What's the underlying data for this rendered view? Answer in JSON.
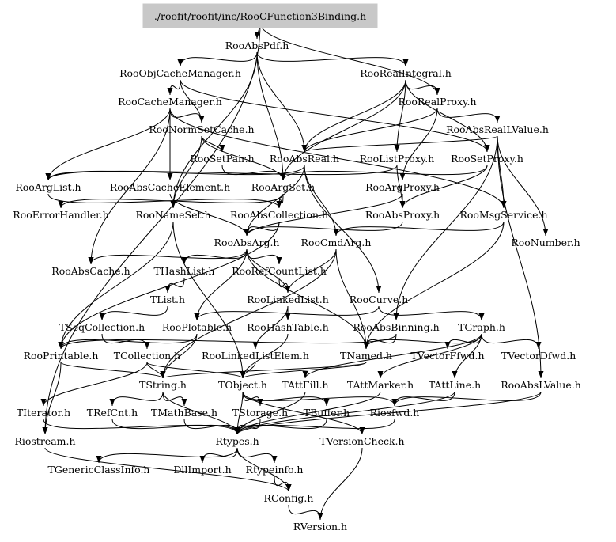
{
  "title": "./roofit/roofit/inc/RooCFunction3Binding.h",
  "graph": {
    "root": "./roofit/roofit/inc/RooCFunction3Binding.h",
    "root_fill": "#c8c8c8",
    "nodes": [
      {
        "id": "root",
        "label": "./roofit/roofit/inc/RooCFunction3Binding.h"
      },
      {
        "id": "RooAbsPdf",
        "label": "RooAbsPdf.h"
      },
      {
        "id": "RooObjCacheManager",
        "label": "RooObjCacheManager.h"
      },
      {
        "id": "RooRealIntegral",
        "label": "RooRealIntegral.h"
      },
      {
        "id": "RooCacheManager",
        "label": "RooCacheManager.h"
      },
      {
        "id": "RooRealProxy",
        "label": "RooRealProxy.h"
      },
      {
        "id": "RooNormSetCache",
        "label": "RooNormSetCache.h"
      },
      {
        "id": "RooAbsRealLValue",
        "label": "RooAbsRealLValue.h"
      },
      {
        "id": "RooSetPair",
        "label": "RooSetPair.h"
      },
      {
        "id": "RooAbsReal",
        "label": "RooAbsReal.h"
      },
      {
        "id": "RooListProxy",
        "label": "RooListProxy.h"
      },
      {
        "id": "RooSetProxy",
        "label": "RooSetProxy.h"
      },
      {
        "id": "RooArgList",
        "label": "RooArgList.h"
      },
      {
        "id": "RooAbsCacheElement",
        "label": "RooAbsCacheElement.h"
      },
      {
        "id": "RooArgSet",
        "label": "RooArgSet.h"
      },
      {
        "id": "RooArgProxy",
        "label": "RooArgProxy.h"
      },
      {
        "id": "RooErrorHandler",
        "label": "RooErrorHandler.h"
      },
      {
        "id": "RooNameSet",
        "label": "RooNameSet.h"
      },
      {
        "id": "RooAbsCollection",
        "label": "RooAbsCollection.h"
      },
      {
        "id": "RooAbsProxy",
        "label": "RooAbsProxy.h"
      },
      {
        "id": "RooMsgService",
        "label": "RooMsgService.h"
      },
      {
        "id": "RooAbsArg",
        "label": "RooAbsArg.h"
      },
      {
        "id": "RooCmdArg",
        "label": "RooCmdArg.h"
      },
      {
        "id": "RooNumber",
        "label": "RooNumber.h"
      },
      {
        "id": "RooAbsCache",
        "label": "RooAbsCache.h"
      },
      {
        "id": "THashList",
        "label": "THashList.h"
      },
      {
        "id": "RooRefCountList",
        "label": "RooRefCountList.h"
      },
      {
        "id": "TList",
        "label": "TList.h"
      },
      {
        "id": "RooLinkedList",
        "label": "RooLinkedList.h"
      },
      {
        "id": "RooCurve",
        "label": "RooCurve.h"
      },
      {
        "id": "TSeqCollection",
        "label": "TSeqCollection.h"
      },
      {
        "id": "RooPlotable",
        "label": "RooPlotable.h"
      },
      {
        "id": "RooHashTable",
        "label": "RooHashTable.h"
      },
      {
        "id": "RooAbsBinning",
        "label": "RooAbsBinning.h"
      },
      {
        "id": "TGraph",
        "label": "TGraph.h"
      },
      {
        "id": "RooPrintable",
        "label": "RooPrintable.h"
      },
      {
        "id": "TCollection",
        "label": "TCollection.h"
      },
      {
        "id": "RooLinkedListElem",
        "label": "RooLinkedListElem.h"
      },
      {
        "id": "TNamed",
        "label": "TNamed.h"
      },
      {
        "id": "TVectorFfwd",
        "label": "TVectorFfwd.h"
      },
      {
        "id": "TVectorDfwd",
        "label": "TVectorDfwd.h"
      },
      {
        "id": "TString",
        "label": "TString.h"
      },
      {
        "id": "TObject",
        "label": "TObject.h"
      },
      {
        "id": "TAttFill",
        "label": "TAttFill.h"
      },
      {
        "id": "TAttMarker",
        "label": "TAttMarker.h"
      },
      {
        "id": "TAttLine",
        "label": "TAttLine.h"
      },
      {
        "id": "RooAbsLValue",
        "label": "RooAbsLValue.h"
      },
      {
        "id": "TIterator",
        "label": "TIterator.h"
      },
      {
        "id": "TRefCnt",
        "label": "TRefCnt.h"
      },
      {
        "id": "TMathBase",
        "label": "TMathBase.h"
      },
      {
        "id": "TStorage",
        "label": "TStorage.h"
      },
      {
        "id": "TBuffer",
        "label": "TBuffer.h"
      },
      {
        "id": "Riosfwd",
        "label": "Riosfwd.h"
      },
      {
        "id": "Riostream",
        "label": "Riostream.h"
      },
      {
        "id": "Rtypes",
        "label": "Rtypes.h"
      },
      {
        "id": "TVersionCheck",
        "label": "TVersionCheck.h"
      },
      {
        "id": "TGenericClassInfo",
        "label": "TGenericClassInfo.h"
      },
      {
        "id": "DllImport",
        "label": "DllImport.h"
      },
      {
        "id": "Rtypeinfo",
        "label": "Rtypeinfo.h"
      },
      {
        "id": "RConfig",
        "label": "RConfig.h"
      },
      {
        "id": "RVersion",
        "label": "RVersion.h"
      }
    ],
    "edges": [
      [
        "root",
        "RooAbsPdf"
      ],
      [
        "root",
        "Riostream"
      ],
      [
        "root",
        "RooRealProxy"
      ],
      [
        "RooAbsPdf",
        "RooObjCacheManager"
      ],
      [
        "RooAbsPdf",
        "RooRealIntegral"
      ],
      [
        "RooAbsPdf",
        "RooAbsReal"
      ],
      [
        "RooAbsPdf",
        "RooArgSet"
      ],
      [
        "RooAbsPdf",
        "RooNameSet"
      ],
      [
        "RooObjCacheManager",
        "RooCacheManager"
      ],
      [
        "RooObjCacheManager",
        "RooNormSetCache"
      ],
      [
        "RooObjCacheManager",
        "RooSetProxy"
      ],
      [
        "RooCacheManager",
        "RooNormSetCache"
      ],
      [
        "RooCacheManager",
        "RooAbsCacheElement"
      ],
      [
        "RooCacheManager",
        "RooAbsCache"
      ],
      [
        "RooCacheManager",
        "RooArgList"
      ],
      [
        "RooCacheManager",
        "RooMsgService"
      ],
      [
        "RooNormSetCache",
        "RooSetPair"
      ],
      [
        "RooNormSetCache",
        "RooNameSet"
      ],
      [
        "RooNormSetCache",
        "RooArgSet"
      ],
      [
        "RooRealIntegral",
        "RooRealProxy"
      ],
      [
        "RooRealIntegral",
        "RooAbsReal"
      ],
      [
        "RooRealIntegral",
        "RooSetProxy"
      ],
      [
        "RooRealIntegral",
        "RooListProxy"
      ],
      [
        "RooRealIntegral",
        "RooArgSet"
      ],
      [
        "RooRealProxy",
        "RooAbsRealLValue"
      ],
      [
        "RooRealProxy",
        "RooArgProxy"
      ],
      [
        "RooRealProxy",
        "RooAbsReal"
      ],
      [
        "RooAbsRealLValue",
        "RooAbsReal"
      ],
      [
        "RooAbsRealLValue",
        "RooNumber"
      ],
      [
        "RooAbsRealLValue",
        "RooAbsLValue"
      ],
      [
        "RooAbsRealLValue",
        "RooAbsBinning"
      ],
      [
        "RooAbsRealLValue",
        "RooMsgService"
      ],
      [
        "RooSetPair",
        "RooArgSet"
      ],
      [
        "RooAbsReal",
        "RooAbsArg"
      ],
      [
        "RooAbsReal",
        "RooCmdArg"
      ],
      [
        "RooAbsReal",
        "RooCurve"
      ],
      [
        "RooAbsReal",
        "RooArgList"
      ],
      [
        "RooListProxy",
        "RooAbsProxy"
      ],
      [
        "RooListProxy",
        "RooArgList"
      ],
      [
        "RooSetProxy",
        "RooAbsProxy"
      ],
      [
        "RooSetProxy",
        "RooArgSet"
      ],
      [
        "RooArgList",
        "RooAbsCollection"
      ],
      [
        "RooAbsCacheElement",
        "RooAbsArg"
      ],
      [
        "RooArgSet",
        "RooAbsCollection"
      ],
      [
        "RooArgSet",
        "RooErrorHandler"
      ],
      [
        "RooArgProxy",
        "RooAbsProxy"
      ],
      [
        "RooArgProxy",
        "RooAbsArg"
      ],
      [
        "RooAbsProxy",
        "RooAbsArg"
      ],
      [
        "RooAbsCollection",
        "RooAbsArg"
      ],
      [
        "RooAbsCollection",
        "RooPrintable"
      ],
      [
        "RooNameSet",
        "RooPrintable"
      ],
      [
        "RooNameSet",
        "TObject"
      ],
      [
        "RooMsgService",
        "RooCmdArg"
      ],
      [
        "RooMsgService",
        "TNamed"
      ],
      [
        "RooAbsArg",
        "RooAbsCache"
      ],
      [
        "RooAbsArg",
        "THashList"
      ],
      [
        "RooAbsArg",
        "RooRefCountList"
      ],
      [
        "RooAbsArg",
        "RooLinkedList"
      ],
      [
        "RooAbsArg",
        "RooPlotable"
      ],
      [
        "RooAbsArg",
        "TNamed"
      ],
      [
        "RooCmdArg",
        "TString"
      ],
      [
        "RooCmdArg",
        "TNamed"
      ],
      [
        "RooCmdArg",
        "RooLinkedList"
      ],
      [
        "THashList",
        "TList"
      ],
      [
        "TList",
        "TSeqCollection"
      ],
      [
        "TSeqCollection",
        "TCollection"
      ],
      [
        "RooRefCountList",
        "RooLinkedList"
      ],
      [
        "RooLinkedList",
        "RooHashTable"
      ],
      [
        "RooLinkedList",
        "RooLinkedListElem"
      ],
      [
        "RooCurve",
        "TGraph"
      ],
      [
        "RooCurve",
        "RooPlotable"
      ],
      [
        "RooAbsBinning",
        "TNamed"
      ],
      [
        "RooAbsBinning",
        "RooPrintable"
      ],
      [
        "TGraph",
        "TNamed"
      ],
      [
        "TGraph",
        "TVectorFfwd"
      ],
      [
        "TGraph",
        "TVectorDfwd"
      ],
      [
        "TGraph",
        "TAttFill"
      ],
      [
        "TGraph",
        "TAttMarker"
      ],
      [
        "TGraph",
        "TAttLine"
      ],
      [
        "RooPlotable",
        "RooPrintable"
      ],
      [
        "RooPlotable",
        "TString"
      ],
      [
        "RooHashTable",
        "TObject"
      ],
      [
        "RooLinkedListElem",
        "TObject"
      ],
      [
        "RooPrintable",
        "TString"
      ],
      [
        "RooPrintable",
        "Riostream"
      ],
      [
        "TCollection",
        "TObject"
      ],
      [
        "TCollection",
        "TIterator"
      ],
      [
        "TCollection",
        "TString"
      ],
      [
        "TNamed",
        "TObject"
      ],
      [
        "TNamed",
        "TString"
      ],
      [
        "TString",
        "TRefCnt"
      ],
      [
        "TString",
        "TMathBase"
      ],
      [
        "TString",
        "Rtypes"
      ],
      [
        "TObject",
        "TStorage"
      ],
      [
        "TObject",
        "TBuffer"
      ],
      [
        "TObject",
        "Riosfwd"
      ],
      [
        "TObject",
        "TVersionCheck"
      ],
      [
        "TObject",
        "Rtypes"
      ],
      [
        "TAttFill",
        "Rtypes"
      ],
      [
        "TAttMarker",
        "Rtypes"
      ],
      [
        "TAttLine",
        "Rtypes"
      ],
      [
        "TAttLine",
        "Riosfwd"
      ],
      [
        "RooAbsLValue",
        "Riosfwd"
      ],
      [
        "RooAbsLValue",
        "Rtypes"
      ],
      [
        "TIterator",
        "Rtypes"
      ],
      [
        "TRefCnt",
        "Rtypes"
      ],
      [
        "TMathBase",
        "Rtypes"
      ],
      [
        "TStorage",
        "Rtypes"
      ],
      [
        "TBuffer",
        "Rtypes"
      ],
      [
        "Riosfwd",
        "Rtypes"
      ],
      [
        "Riostream",
        "RConfig"
      ],
      [
        "Rtypes",
        "TGenericClassInfo"
      ],
      [
        "Rtypes",
        "DllImport"
      ],
      [
        "Rtypes",
        "Rtypeinfo"
      ],
      [
        "Rtypes",
        "RConfig"
      ],
      [
        "TVersionCheck",
        "RVersion"
      ],
      [
        "Rtypeinfo",
        "RConfig"
      ],
      [
        "RConfig",
        "RVersion"
      ]
    ]
  }
}
